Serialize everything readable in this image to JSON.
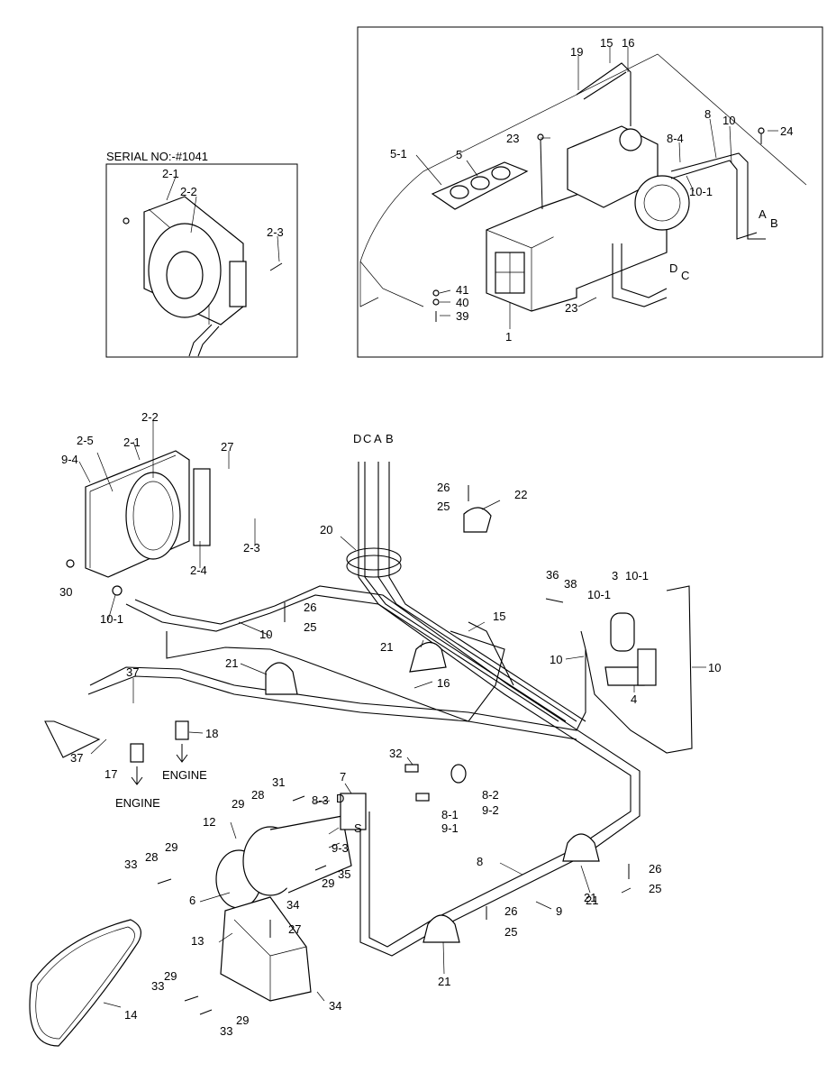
{
  "serial_caption": "SERIAL NO:-#1041",
  "inset_top_right": {
    "labels": [
      "19",
      "15",
      "16",
      "23",
      "5-1",
      "5",
      "8",
      "10",
      "8-4",
      "24",
      "10-1",
      "A",
      "B",
      "D",
      "C",
      "41",
      "40",
      "39",
      "23",
      "1"
    ]
  },
  "inset_serial": {
    "labels": [
      "2-1",
      "2-2",
      "2-3"
    ]
  },
  "main": {
    "labels": [
      "2-2",
      "2-5",
      "2-1",
      "9-4",
      "27",
      "2-3",
      "2-4",
      "30",
      "10-1",
      "D",
      "C",
      "A",
      "B",
      "26",
      "25",
      "22",
      "20",
      "36",
      "38",
      "3",
      "10-1",
      "10-1",
      "26",
      "25",
      "15",
      "21",
      "16",
      "10",
      "10",
      "4",
      "10",
      "21",
      "37",
      "18",
      "37",
      "17",
      "32",
      "7",
      "8-3",
      "31",
      "28",
      "29",
      "8-2",
      "9-2",
      "8-1",
      "9-1",
      "12",
      "29",
      "28",
      "33",
      "9-3",
      "6",
      "29",
      "35",
      "34",
      "27",
      "13",
      "26",
      "25",
      "21",
      "8",
      "9",
      "21",
      "26",
      "25",
      "21",
      "29",
      "33",
      "14",
      "34",
      "29",
      "33",
      "S",
      "D"
    ],
    "engine_label_1": "ENGINE",
    "engine_label_2": "ENGINE"
  }
}
